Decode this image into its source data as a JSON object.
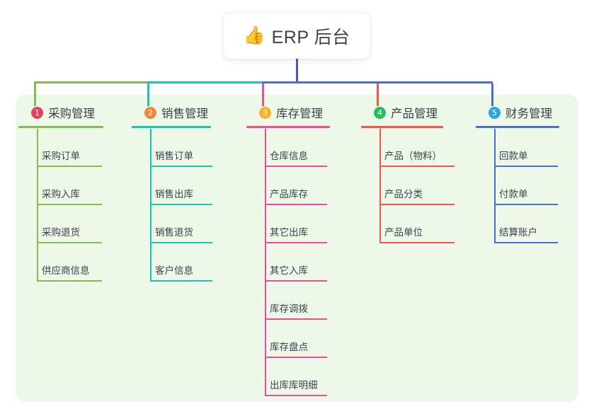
{
  "diagram": {
    "type": "mind-map",
    "root": {
      "icon": "thumbs-up-icon",
      "icon_glyph": "👍",
      "label": "ERP 后台"
    },
    "panel_color": "#EEF8E9",
    "root_stem_color": "#4A55C0",
    "branches": [
      {
        "number": "1",
        "badge_color": "#EA3F5C",
        "line_color": "#82BE4B",
        "title": "采购管理",
        "items": [
          "采购订单",
          "采购入库",
          "采购退货",
          "供应商信息"
        ]
      },
      {
        "number": "2",
        "badge_color": "#F08838",
        "line_color": "#1FC4AE",
        "title": "销售管理",
        "items": [
          "销售订单",
          "销售出库",
          "销售退货",
          "客户信息"
        ]
      },
      {
        "number": "3",
        "badge_color": "#F5B325",
        "line_color": "#EC4C9B",
        "title": "库存管理",
        "items": [
          "仓库信息",
          "产品库存",
          "其它出库",
          "其它入库",
          "库存调拨",
          "库存盘点",
          "出库库明细"
        ]
      },
      {
        "number": "4",
        "badge_color": "#22C05C",
        "line_color": "#F0554F",
        "title": "产品管理",
        "items": [
          "产品（物料）",
          "产品分类",
          "产品单位"
        ]
      },
      {
        "number": "5",
        "badge_color": "#29A8E0",
        "line_color": "#4A6FD0",
        "title": "财务管理",
        "items": [
          "回款单",
          "付款单",
          "结算账户"
        ]
      }
    ]
  }
}
